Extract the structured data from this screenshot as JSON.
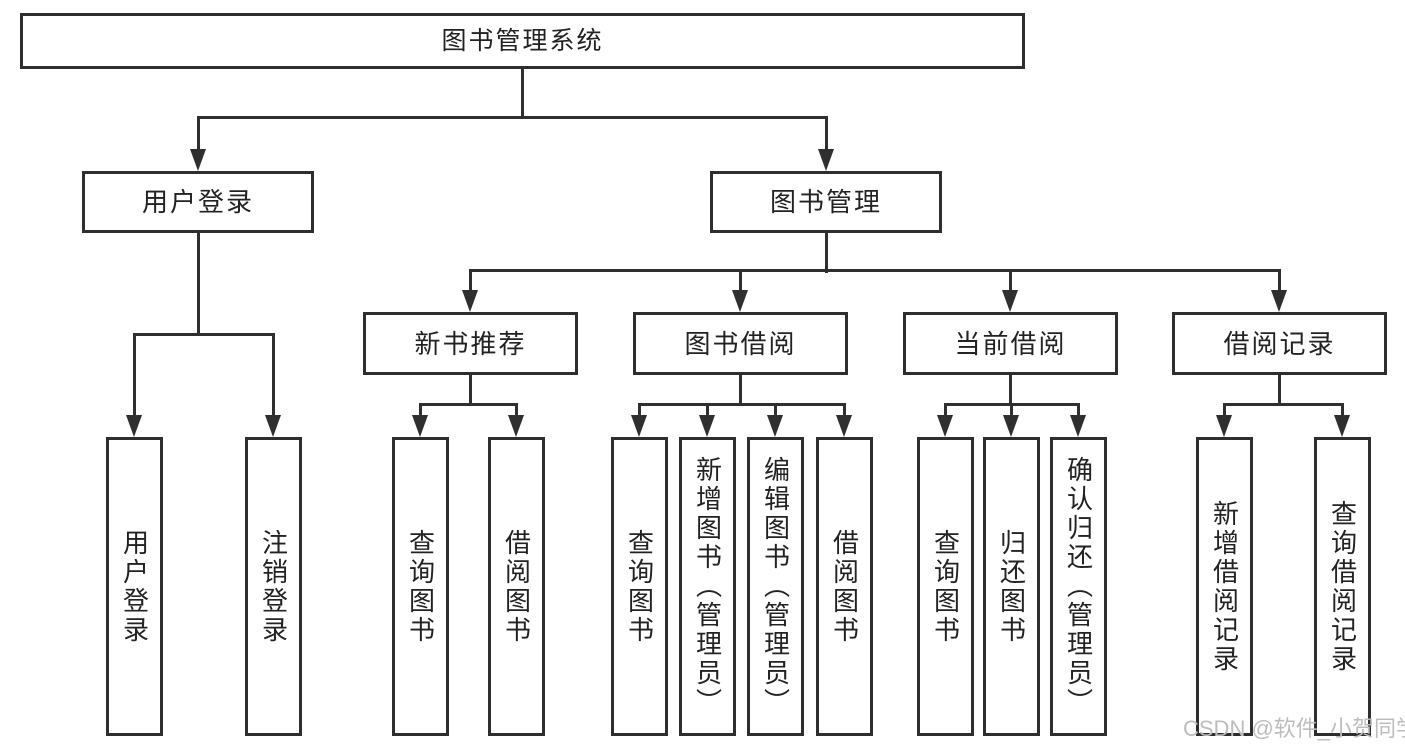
{
  "tree": {
    "label": "图书管理系统",
    "children": [
      {
        "label": "用户登录",
        "children": [
          {
            "label": "用户登录"
          },
          {
            "label": "注销登录"
          }
        ]
      },
      {
        "label": "图书管理",
        "children": [
          {
            "label": "新书推荐",
            "children": [
              {
                "label": "查询图书"
              },
              {
                "label": "借阅图书"
              }
            ]
          },
          {
            "label": "图书借阅",
            "children": [
              {
                "label": "查询图书"
              },
              {
                "label": "新增图书（管理员）"
              },
              {
                "label": "编辑图书（管理员）"
              },
              {
                "label": "借阅图书"
              }
            ]
          },
          {
            "label": "当前借阅",
            "children": [
              {
                "label": "查询图书"
              },
              {
                "label": "归还图书"
              },
              {
                "label": "确认归还（管理员）"
              }
            ]
          },
          {
            "label": "借阅记录",
            "children": [
              {
                "label": "新增借阅记录"
              },
              {
                "label": "查询借阅记录"
              }
            ]
          }
        ]
      }
    ]
  },
  "watermark": {
    "text": "CSDN @软件_小贺同学"
  },
  "colors": {
    "background": "#ffffff",
    "box_border": "#2e2e2e",
    "connector_line": "#2f2f2f",
    "text": "#222222",
    "watermark_text": "#bdbdbd"
  }
}
